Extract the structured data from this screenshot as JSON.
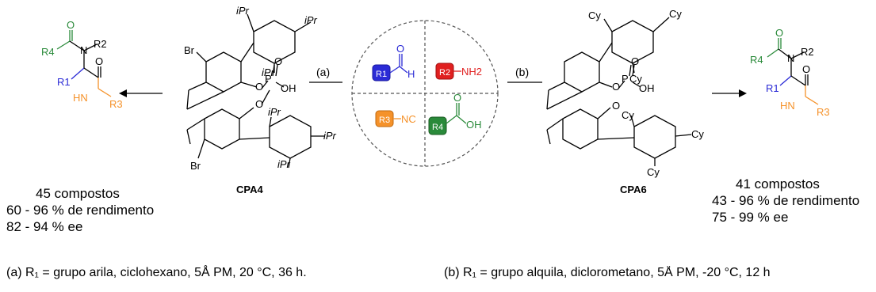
{
  "colors": {
    "blue": "#2b2bd6",
    "red": "#e02020",
    "orange": "#f5922a",
    "green": "#2a8a3a",
    "black": "#000000"
  },
  "reagents": {
    "r1": "R1",
    "r2": "R2",
    "r3": "R3",
    "r4": "R4",
    "cho_o": "O",
    "cho_h": "H",
    "nh2": "NH2",
    "nc": "NC",
    "cooh_o": "O",
    "cooh_oh": "OH"
  },
  "left": {
    "catalyst": "CPA4",
    "arrow_label": "(a)",
    "br_top": "Br",
    "br_bottom": "Br",
    "ipr": "iPr",
    "p": "P",
    "o": "O",
    "oh": "OH",
    "hn": "HN",
    "n": "N",
    "summary": [
      "45 compostos",
      "60 - 96 % de rendimento",
      "82 - 94 % ee"
    ],
    "condition": "(a) R₁ = grupo arila, ciclohexano, 5Å PM, 20 °C, 36 h."
  },
  "right": {
    "catalyst": "CPA6",
    "arrow_label": "(b)",
    "cy": "Cy",
    "p": "P",
    "o": "O",
    "oh": "OH",
    "hn": "HN",
    "n": "N",
    "summary": [
      "41 compostos",
      "43 - 96 % de rendimento",
      "75 - 99 % ee"
    ],
    "condition": "(b) R₁ = grupo alquila, diclorometano, 5Å PM, -20 °C, 12 h"
  }
}
